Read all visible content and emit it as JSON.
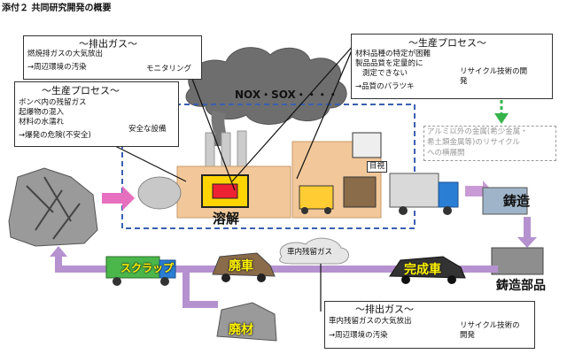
{
  "header": {
    "title": "添付２ 共同研究開発の概要"
  },
  "exhaust_top": {
    "title": "～排出ガス～",
    "lines": [
      "燃焼排ガスの大気放出",
      "→周辺環境の汚染"
    ],
    "result": "モニタリング"
  },
  "process_left": {
    "title": "～生産プロセス～",
    "lines": [
      "ボンベ内の残留ガス",
      "起爆物の混入",
      "材料の水濡れ",
      "→爆発の危険(不安全)"
    ],
    "result": "安全な設備"
  },
  "process_right": {
    "title": "～生産プロセス～",
    "lines": [
      "材料品種の特定が困難",
      "製品品質を定量的に",
      "測定できない",
      "→品質のバラツキ"
    ],
    "result": "リサイクル技術の開発"
  },
  "emissions_label": "NOX・SOX・・・・",
  "rare_metal": {
    "lines": [
      "アルミ以外の金属(希少金属・",
      "希土類金属等)のリサイクル",
      "への横展開"
    ]
  },
  "visual_check": "目視",
  "melting": "溶解",
  "casting": "鋳造",
  "cast_parts": "鋳造部品",
  "scrap": "スクラップ",
  "scrapped_car": "廃車",
  "finished_car": "完成車",
  "residual_gas": "車内残留ガス",
  "waste_material": "廃材",
  "exhaust_bottom": {
    "title": "～排出ガス～",
    "lines": [
      "車内残留ガスの大気放出",
      "→周辺環境の汚染"
    ],
    "result": "リサイクル技術の開発"
  },
  "colors": {
    "arrow_pink": "#e66fc0",
    "flow_purple": "#b592cf",
    "recycle_green": "#36b44a",
    "frame_blue": "#3a5fb0",
    "box_beige": "#f2c89a"
  }
}
